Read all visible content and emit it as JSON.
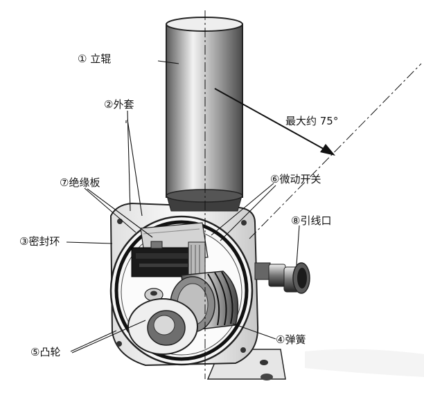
{
  "labels": {
    "roller": "① 立辊",
    "housing": "②外套",
    "angle": "最大约 75°",
    "insulation_board": "⑦绝缘板",
    "micro_switch": "⑥微动开关",
    "seal_ring": "③密封环",
    "cable_entry": "⑧引线口",
    "spring": "④弹簧",
    "cam": "⑤凸轮"
  },
  "colors": {
    "line": "#111111",
    "background": "#ffffff"
  }
}
